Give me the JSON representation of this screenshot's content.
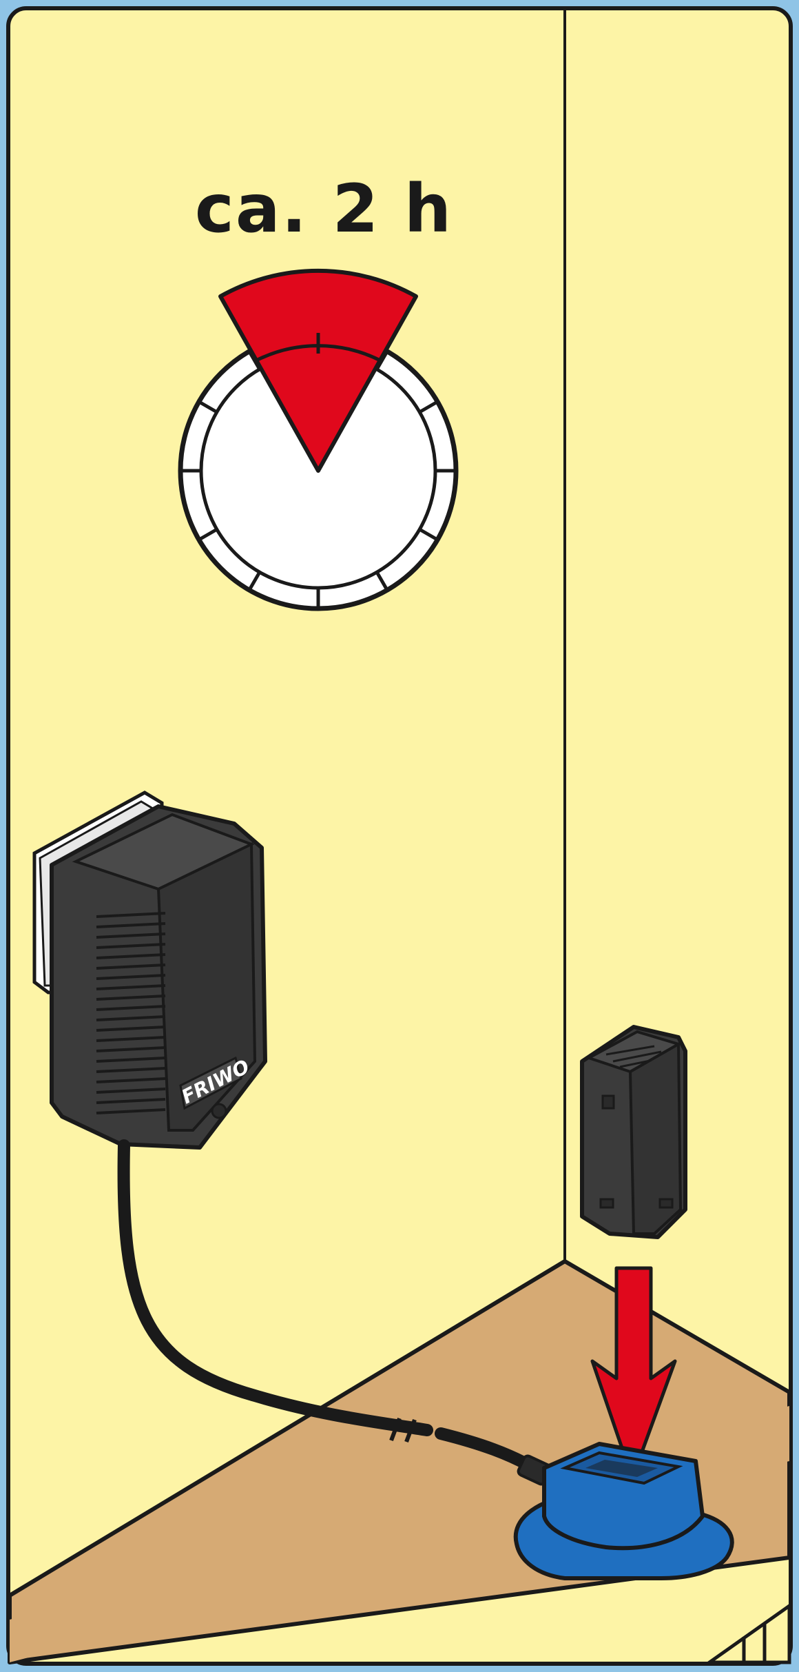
{
  "instruction": {
    "duration_label": "ca. 2 h",
    "timer_fill_fraction": 0.1667
  },
  "charger": {
    "brand_label": "FRIWO"
  },
  "colors": {
    "border": "#8fc4e6",
    "wall": "#fdf4a6",
    "table_top": "#d6aa74",
    "table_edge": "#c69a64",
    "outline": "#1a1a1a",
    "device_body": "#3b3b3b",
    "timer_red": "#e0081c",
    "arrow_red": "#e0081c",
    "dock_blue": "#1f6fc0",
    "dock_blue_dark": "#1a5aa0"
  },
  "icons": {
    "timer": "stopwatch-icon",
    "arrow": "down-arrow-icon"
  }
}
